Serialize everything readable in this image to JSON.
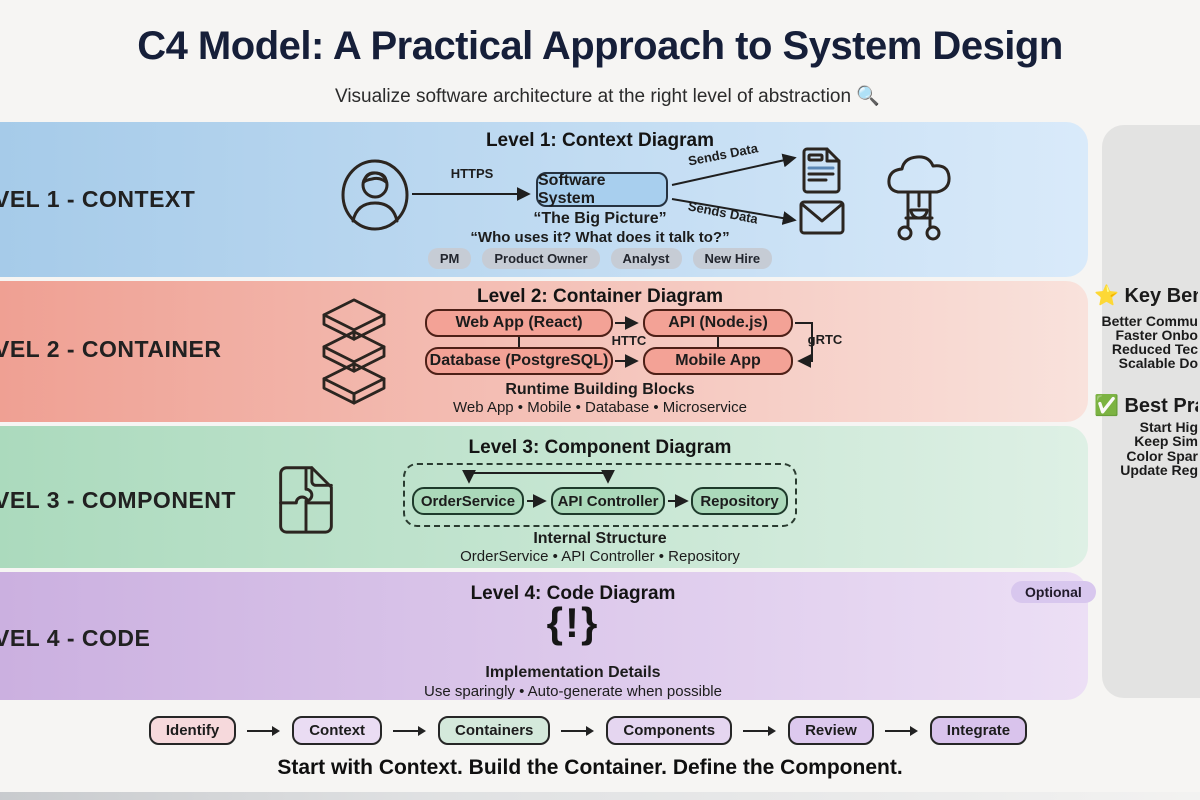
{
  "header": {
    "title": "C4 Model: A Practical Approach to System Design",
    "subtitle": "Visualize software architecture at the right level of abstraction 🔍"
  },
  "levels": [
    {
      "side_label": "VEL 1 - CONTEXT",
      "heading": "Level 1: Context Diagram",
      "https_label": "HTTPS",
      "system_box": "Software System",
      "sends_top": "Sends Data",
      "sends_bottom": "Sends Data",
      "caption_bold": "“The Big Picture”",
      "caption": "“Who uses it? What does it talk to?”",
      "tags": [
        "PM",
        "Product Owner",
        "Analyst",
        "New Hire"
      ]
    },
    {
      "side_label": "VEL 2 - CONTAINER",
      "heading": "Level 2: Container Diagram",
      "box_web": "Web App (React)",
      "box_api": "API (Node.js)",
      "box_db": "Database (PostgreSQL)",
      "box_mobile": "Mobile App",
      "edge_http": "HTTC",
      "edge_grpc": "gRTC",
      "caption_bold": "Runtime Building Blocks",
      "caption": "Web App • Mobile • Database • Microservice"
    },
    {
      "side_label": "VEL 3 - COMPONENT",
      "heading": "Level 3: Component Diagram",
      "box_order": "OrderService",
      "box_controller": "API Controller",
      "box_repo": "Repository",
      "caption_bold": "Internal Structure",
      "caption": "OrderService • API Controller • Repository"
    },
    {
      "side_label": "VEL 4 - CODE",
      "heading": "Level 4: Code Diagram",
      "badge": "Optional",
      "glyph": "{!}",
      "caption_bold": "Implementation Details",
      "caption": "Use sparingly • Auto-generate when possible"
    }
  ],
  "sidebar": {
    "benefits_icon": "⭐",
    "benefits_title": "Key Ben",
    "benefits": [
      "Better Commu",
      "Faster Onbo",
      "Reduced Tec",
      "Scalable Do"
    ],
    "practices_icon": "✅",
    "practices_title": "Best Prac",
    "practices": [
      "Start Hig",
      "Keep Sim",
      "Color Spar",
      "Update Reg"
    ]
  },
  "flow": {
    "steps": [
      {
        "label": "Identify",
        "color": "#f6d9dc"
      },
      {
        "label": "Context",
        "color": "#eadcf3"
      },
      {
        "label": "Containers",
        "color": "#d4e9db"
      },
      {
        "label": "Components",
        "color": "#e5d6f0"
      },
      {
        "label": "Review",
        "color": "#ddc9ee"
      },
      {
        "label": "Integrate",
        "color": "#d9c3ec"
      }
    ],
    "tagline": "Start with Context. Build the Container. Define the Component."
  },
  "colors": {
    "band_context": "#a6cbe9",
    "band_container": "#efa093",
    "band_component": "#abdabd",
    "band_code": "#cbb0e0",
    "node_context_fill": "#a8cfee",
    "node_container_fill": "#f3a296",
    "node_component_fill": "#abd9ba",
    "sidebar_bg": "#e3e3e2",
    "title_text": "#161f39"
  }
}
